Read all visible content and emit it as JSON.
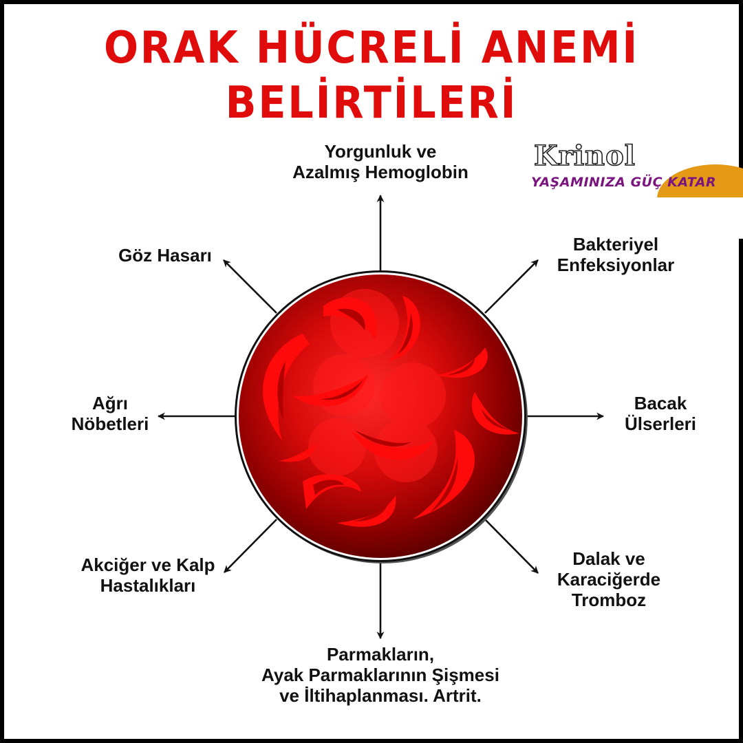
{
  "title": {
    "line1": "ORAK HÜCRELİ ANEMİ",
    "line2": "BELİRTİLERİ",
    "color": "#e00b0b"
  },
  "logo": {
    "name": "Krinol",
    "slogan": "YAŞAMINIZA GÜÇ KATAR",
    "slogan_color": "#7a1580",
    "accent_color": "#e49a16"
  },
  "center_image": {
    "description": "sickle-cell-blood-circle",
    "primary_color": "#ff0a0a",
    "dark_color": "#6a0000"
  },
  "symptoms": {
    "top": {
      "lines": [
        "Yorgunluk ve",
        "Azalmış Hemoglobin"
      ],
      "direction": "up"
    },
    "top_right": {
      "lines": [
        "Bakteriyel",
        "Enfeksiyonlar"
      ],
      "direction": "up-right"
    },
    "right": {
      "lines": [
        "Bacak",
        "Ülserleri"
      ],
      "direction": "right"
    },
    "bottom_right": {
      "lines": [
        "Dalak ve",
        "Karaciğerde",
        "Tromboz"
      ],
      "direction": "down-right"
    },
    "bottom": {
      "lines": [
        "Parmakların,",
        "Ayak Parmaklarının Şişmesi",
        "ve İltihaplanması. Artrit."
      ],
      "direction": "down"
    },
    "bottom_left": {
      "lines": [
        "Akciğer ve Kalp",
        "Hastalıkları"
      ],
      "direction": "down-left"
    },
    "left": {
      "lines": [
        "Ağrı",
        "Nöbetleri"
      ],
      "direction": "left"
    },
    "top_left": {
      "lines": [
        "Göz Hasarı"
      ],
      "direction": "up-left"
    }
  }
}
